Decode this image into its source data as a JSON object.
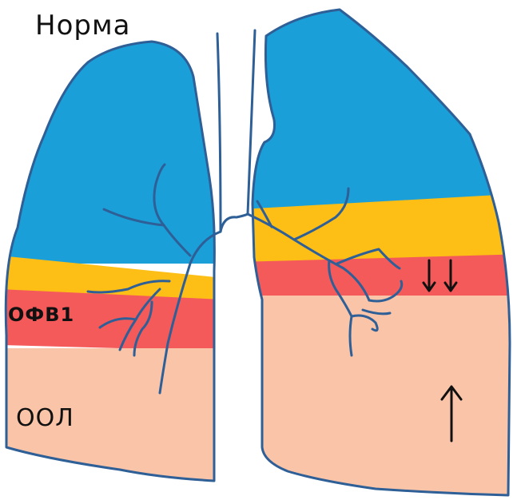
{
  "title": "Норма",
  "zones": {
    "fev1_label": "ОФВ1",
    "rv_label": "ООЛ"
  },
  "indicators": {
    "fev1_arrow": "↓↓",
    "rv_arrow": "↑"
  },
  "colors": {
    "outline": "#2e5f96",
    "normal_zone": "#1b9fd8",
    "transition_zone": "#fdbe16",
    "fev1_zone": "#f45a5a",
    "rv_zone": "#f9c4a8",
    "arrow": "#111111"
  }
}
